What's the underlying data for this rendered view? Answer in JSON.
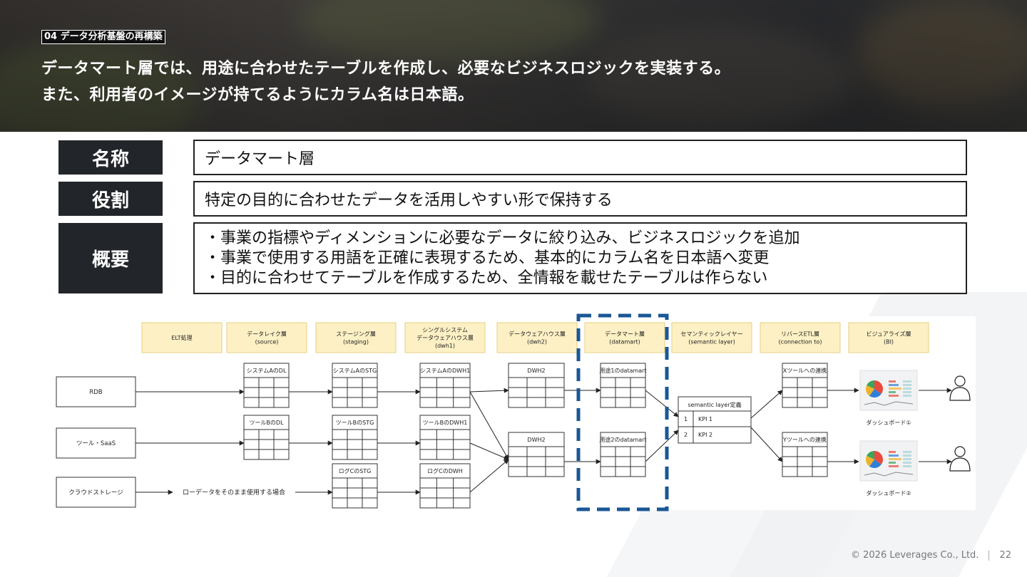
{
  "header": {
    "section_tag": "04 データ分析基盤の再構築",
    "headline_line1": "データマート層では、用途に合わせたテーブルを作成し、必要なビジネスロジックを実装する。",
    "headline_line2": "また、利用者のイメージが持てるようにカラム名は日本語。"
  },
  "info_rows": [
    {
      "label": "名称",
      "text": "データマート層"
    },
    {
      "label": "役割",
      "text": "特定の目的に合わせたデータを活用しやすい形で保持する"
    },
    {
      "label": "概要",
      "lines": [
        "・事業の指標やディメンションに必要なデータに絞り込み、ビジネスロジックを追加",
        "・事業で使用する用語を正確に表現するため、基本的にカラム名を日本語へ変更",
        "・目的に合わせてテーブルを作成するため、全情報を載せたテーブルは作らない"
      ]
    }
  ],
  "diagram": {
    "layers": [
      {
        "l1": "ELT処理",
        "l2": ""
      },
      {
        "l1": "データレイク層",
        "l2": "(source)"
      },
      {
        "l1": "ステージング層",
        "l2": "(staging)"
      },
      {
        "l1": "シングルシステム",
        "l2": "データウェアハウス層",
        "l3": "(dwh1)"
      },
      {
        "l1": "データウェアハウス層",
        "l2": "(dwh2)"
      },
      {
        "l1": "データマート層",
        "l2": "(datamart)"
      },
      {
        "l1": "セマンティックレイヤー",
        "l2": "(semantic layer)"
      },
      {
        "l1": "リバースETL層",
        "l2": "(connection to)"
      },
      {
        "l1": "ビジュアライズ層",
        "l2": "(BI)"
      }
    ],
    "sources": [
      "RDB",
      "ツール・SaaS",
      "クラウドストレージ"
    ],
    "raw_note": "ローデータをそのまま使用する場合",
    "dl_tables": [
      "システムAのDL",
      "ツールBのDL"
    ],
    "stg_tables": [
      "システムAのSTG",
      "ツールBのSTG",
      "ログCのSTG"
    ],
    "dwh1_tables": [
      "システムAのDWH1",
      "ツールBのDWH1",
      "ログCのDWH"
    ],
    "dwh2_tables": [
      "DWH2",
      "DWH2"
    ],
    "datamart_tables": [
      "用途1のdatamart",
      "用途2のdatamart"
    ],
    "semantic": {
      "title": "semantic layer定義",
      "rows": [
        {
          "num": "1",
          "kpi": "KPI 1"
        },
        {
          "num": "2",
          "kpi": "KPI 2"
        }
      ]
    },
    "reverse_tables": [
      "Xツールへの連携",
      "Yツールへの連携"
    ],
    "dashboards": [
      "ダッシュボード①",
      "ダッシュボード②"
    ]
  },
  "footer": {
    "copyright": "© 2026 Leverages Co., Ltd.",
    "page": "22"
  },
  "colors": {
    "highlight": "#1a5796",
    "layer_header_bg": "#fdf0c4",
    "label_bg": "#22252a"
  }
}
